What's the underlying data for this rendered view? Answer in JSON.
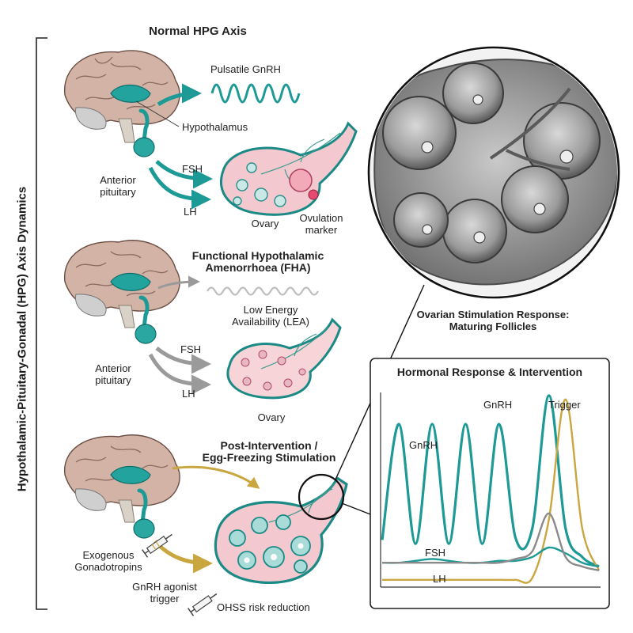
{
  "figure_title": "Hypothalamic-Pituitary-Gonadal (HPG) Axis Dynamics",
  "panels": {
    "normal": {
      "title": "Normal HPG Axis",
      "gnrh_label": "Pulsatile GnRH",
      "hypothalamus": "Hypothalamus",
      "pituitary": [
        "Anterior",
        "pituitary"
      ],
      "fsh": "FSH",
      "lh": "LH",
      "ovary": "Ovary",
      "ovulation": [
        "Ovulation",
        "marker"
      ]
    },
    "fha": {
      "title": [
        "Functional Hypothalamic",
        "Amenorrhoea (FHA)"
      ],
      "lea": [
        "Low Energy",
        "Availability (LEA)"
      ],
      "pituitary": [
        "Anterior",
        "pituitary"
      ],
      "fsh": "FSH",
      "lh": "LH",
      "ovary": "Ovary"
    },
    "post": {
      "title": [
        "Post-Intervention /",
        "Egg-Freezing Stimulation"
      ],
      "exogenous": [
        "Exogenous",
        "Gonadotropins"
      ],
      "trigger": [
        "GnRH agonist",
        "trigger"
      ],
      "ohss": "OHSS risk reduction"
    }
  },
  "micrograph_caption": [
    "Ovarian Stimulation Response:",
    "Maturing Follicles"
  ],
  "colors": {
    "teal": "#1e9a96",
    "teal_light": "#7fd0cc",
    "gold": "#c9a640",
    "gray": "#8a8a8a",
    "brain": "#c9a79a",
    "ovary_pink": "#f3c9cf"
  },
  "chart_data": {
    "type": "line",
    "title": "Hormonal Response & Intervention",
    "xlabel": "",
    "ylabel": "",
    "axis_ticks": "none",
    "grid": false,
    "annotations": [
      "GnRH",
      "GnRH",
      "Trigger",
      "FSH",
      "LH"
    ],
    "series": [
      {
        "name": "GnRH",
        "color": "#1e9a96",
        "values": [
          0.24,
          0.85,
          0.22,
          0.85,
          0.22,
          0.85,
          0.22,
          0.85,
          0.25,
          0.3,
          1.0,
          0.3,
          0.15,
          0.1
        ]
      },
      {
        "name": "Trigger",
        "color": "#c9a640",
        "values": [
          0.03,
          0.03,
          0.03,
          0.03,
          0.03,
          0.03,
          0.03,
          0.03,
          0.03,
          0.04,
          0.35,
          0.98,
          0.3,
          0.08
        ]
      },
      {
        "name": "FSH",
        "color": "#1e9a96",
        "values": [
          0.12,
          0.12,
          0.13,
          0.14,
          0.13,
          0.12,
          0.12,
          0.13,
          0.13,
          0.15,
          0.2,
          0.17,
          0.12,
          0.1
        ]
      },
      {
        "name": "LH",
        "color": "#8a8a8a",
        "values": [
          0.12,
          0.12,
          0.12,
          0.12,
          0.12,
          0.12,
          0.12,
          0.12,
          0.14,
          0.18,
          0.38,
          0.15,
          0.1,
          0.08
        ]
      }
    ]
  }
}
